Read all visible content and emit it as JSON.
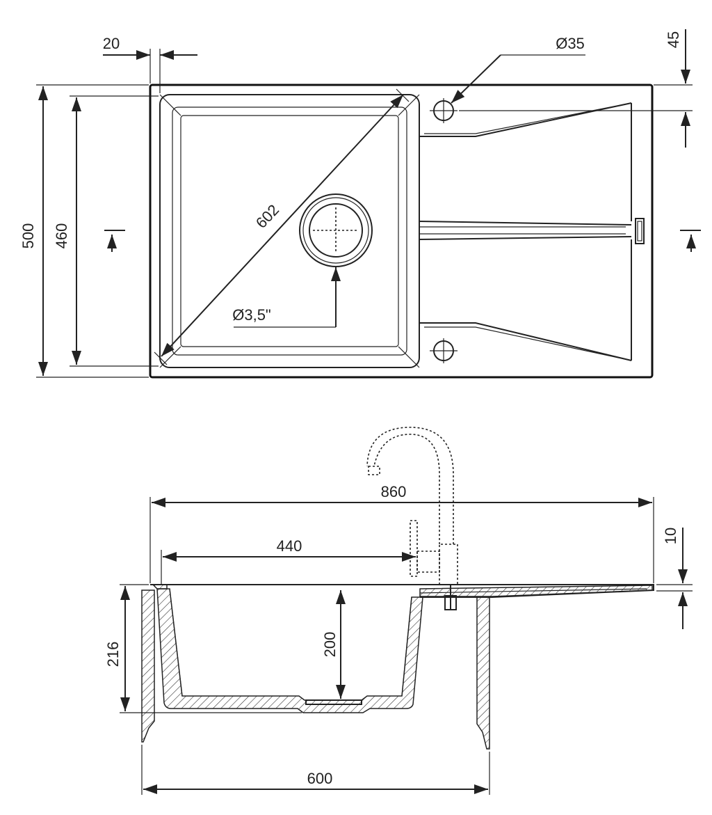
{
  "top_view": {
    "dimensions": {
      "offset": "20",
      "hole_diameter": "Ø35",
      "hole_offset": "45",
      "overall_depth": "500",
      "bowl_depth": "460",
      "diagonal": "602",
      "drain_diameter": "Ø3,5\""
    }
  },
  "side_view": {
    "dimensions": {
      "overall_width": "860",
      "bowl_width": "440",
      "deck_thickness": "10",
      "overall_height": "216",
      "bowl_height": "200",
      "cabinet_width": "600"
    }
  }
}
